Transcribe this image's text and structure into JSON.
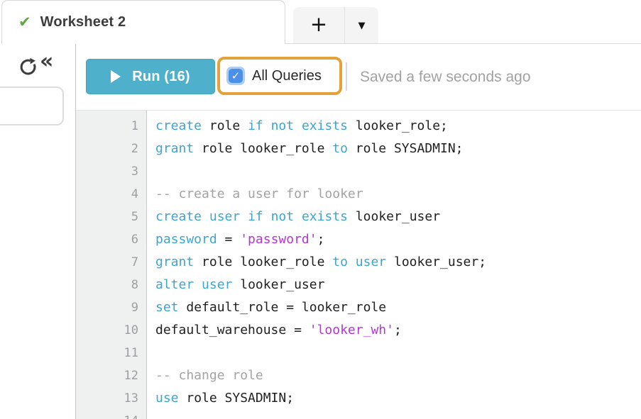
{
  "tab_bar": {
    "active_tab_label": "Worksheet 2",
    "check_icon_glyph": "✔",
    "new_worksheet_glyph": "+",
    "menu_caret_glyph": "▼"
  },
  "sidebar": {
    "collapse_glyph": "«"
  },
  "toolbar": {
    "run_label": "Run (16)",
    "all_queries_label": "All Queries",
    "all_queries_checked": true,
    "checkbox_check_glyph": "✓",
    "saved_status": "Saved a few seconds ago"
  },
  "colors": {
    "run_button": "#4eb0cb",
    "highlight_ring": "#e3a23a",
    "checkbox_fill": "#4a90e8",
    "checkbox_halo": "#aecdf4",
    "tab_check_green": "#5fa943",
    "code_keyword": "#3ba6d2",
    "code_string": "#b535d8",
    "code_comment": "#a3a3a3"
  },
  "editor": {
    "visible_line_count": 14,
    "lines": [
      [
        [
          "kw",
          "create"
        ],
        [
          "pl",
          " role "
        ],
        [
          "kw",
          "if"
        ],
        [
          "pl",
          " "
        ],
        [
          "kw",
          "not"
        ],
        [
          "pl",
          " "
        ],
        [
          "kw",
          "exists"
        ],
        [
          "pl",
          " looker_role;"
        ]
      ],
      [
        [
          "kw",
          "grant"
        ],
        [
          "pl",
          " role looker_role "
        ],
        [
          "kw",
          "to"
        ],
        [
          "pl",
          " role SYSADMIN;"
        ]
      ],
      [],
      [
        [
          "com",
          "-- create a user for looker"
        ]
      ],
      [
        [
          "kw",
          "create"
        ],
        [
          "pl",
          " "
        ],
        [
          "kw",
          "user"
        ],
        [
          "pl",
          " "
        ],
        [
          "kw",
          "if"
        ],
        [
          "pl",
          " "
        ],
        [
          "kw",
          "not"
        ],
        [
          "pl",
          " "
        ],
        [
          "kw",
          "exists"
        ],
        [
          "pl",
          " looker_user"
        ]
      ],
      [
        [
          "kw",
          "password"
        ],
        [
          "pl",
          " = "
        ],
        [
          "str",
          "'password'"
        ],
        [
          "pl",
          ";"
        ]
      ],
      [
        [
          "kw",
          "grant"
        ],
        [
          "pl",
          " role looker_role "
        ],
        [
          "kw",
          "to"
        ],
        [
          "pl",
          " "
        ],
        [
          "kw",
          "user"
        ],
        [
          "pl",
          " looker_user;"
        ]
      ],
      [
        [
          "kw",
          "alter"
        ],
        [
          "pl",
          " "
        ],
        [
          "kw",
          "user"
        ],
        [
          "pl",
          " looker_user"
        ]
      ],
      [
        [
          "kw",
          "set"
        ],
        [
          "pl",
          " default_role = looker_role"
        ]
      ],
      [
        [
          "pl",
          "default_warehouse = "
        ],
        [
          "str",
          "'looker_wh'"
        ],
        [
          "pl",
          ";"
        ]
      ],
      [],
      [
        [
          "com",
          "-- change role"
        ]
      ],
      [
        [
          "kw",
          "use"
        ],
        [
          "pl",
          " role SYSADMIN;"
        ]
      ],
      []
    ]
  }
}
